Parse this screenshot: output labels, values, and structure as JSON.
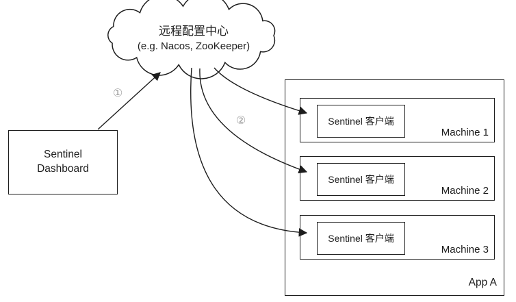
{
  "diagram": {
    "cloud": {
      "title": "远程配置中心",
      "subtitle": "(e.g. Nacos, ZooKeeper)"
    },
    "dashboard": {
      "label": "Sentinel\nDashboard"
    },
    "app": {
      "label": "App A",
      "machines": [
        {
          "name": "Machine 1",
          "client": "Sentinel 客户端"
        },
        {
          "name": "Machine 2",
          "client": "Sentinel 客户端"
        },
        {
          "name": "Machine 3",
          "client": "Sentinel 客户端"
        }
      ]
    },
    "steps": {
      "step1": "①",
      "step2": "②"
    },
    "colors": {
      "line": "#1d1d1d",
      "step_label": "#9b9b9b",
      "background": "#ffffff"
    }
  }
}
